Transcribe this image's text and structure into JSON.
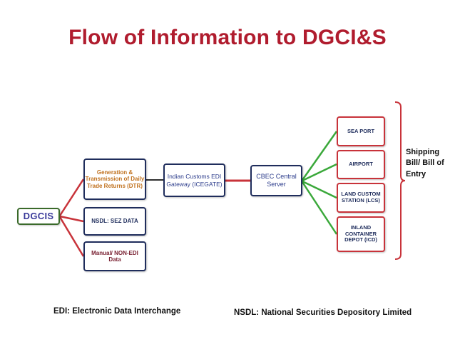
{
  "slide": {
    "title": "Flow of Information to DGCI&S"
  },
  "nodes": {
    "dgcis": "DGCIS",
    "generation": "Generation & Transmission of Daily Trade Returns (DTR)",
    "nsdl_sez": "NSDL: SEZ DATA",
    "manual": "Manual/ NON-EDI Data",
    "icegate": "Indian Customs EDI Gateway (ICEGATE)",
    "cbec": "CBEC Central Server",
    "sea_port": "SEA PORT",
    "airport": "AIRPORT",
    "lcs": "LAND CUSTOM STATION (LCS)",
    "icd": "INLAND CONTAINER DEPOT (ICD)"
  },
  "bracket_label": "Shipping Bill/ Bill of Entry",
  "footnotes": {
    "edi": "EDI: Electronic Data Interchange",
    "nsdl": "NSDL: National Securities Depository Limited"
  },
  "colors": {
    "title": "#b01c2e",
    "red_connector": "#c8333a",
    "green_connector": "#3aa83a",
    "navy_border": "#1f2d5c"
  }
}
